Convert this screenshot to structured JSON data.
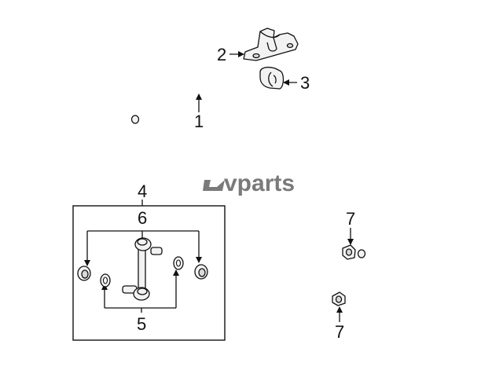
{
  "diagram": {
    "callouts": {
      "c1": "1",
      "c2": "2",
      "c3": "3",
      "c4": "4",
      "c5": "5",
      "c6": "6",
      "c7a": "7",
      "c7b": "7"
    },
    "watermark": {
      "text": "vparts",
      "logo": "lv-logo-icon",
      "color": "#7a7a7a"
    },
    "colors": {
      "line": "#111111",
      "part_fill": "#f2f2f2"
    }
  }
}
